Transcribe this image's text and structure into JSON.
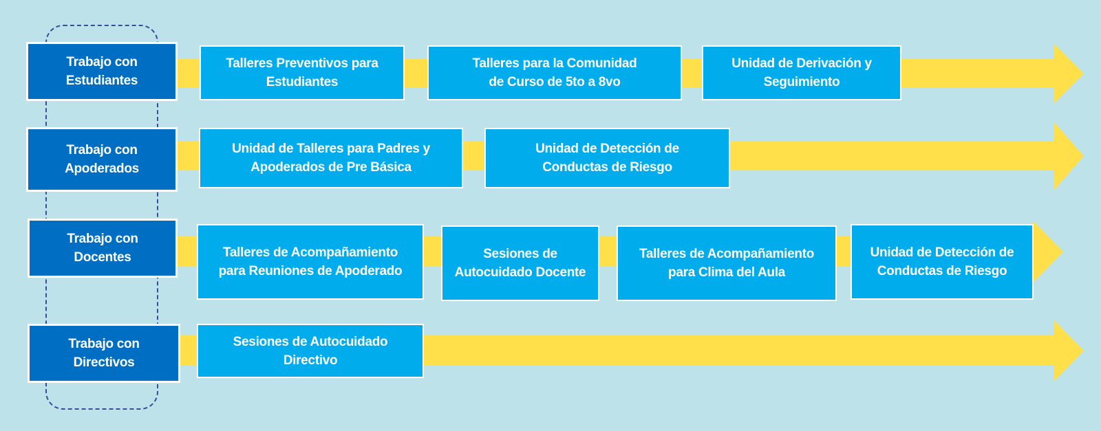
{
  "colors": {
    "background": "#bde2ea",
    "arrow": "#ffe04b",
    "label_box": "#006fc3",
    "step_box": "#00acec",
    "dashed_frame": "#3d4a9a"
  },
  "rows": [
    {
      "label": "Trabajo con\nEstudiantes",
      "steps": [
        "Talleres Preventivos para\nEstudiantes",
        "Talleres para la Comunidad\nde Curso de 5to a 8vo",
        "Unidad de Derivación y\nSeguimiento"
      ]
    },
    {
      "label": "Trabajo con\nApoderados",
      "steps": [
        "Unidad de Talleres para Padres y\nApoderados de Pre Básica",
        "Unidad de Detección de\nConductas de Riesgo"
      ]
    },
    {
      "label": "Trabajo con\nDocentes",
      "steps": [
        "Talleres de Acompañamiento\npara Reuniones de Apoderado",
        "Sesiones de\nAutocuidado Docente",
        "Talleres de Acompañamiento\npara Clima del Aula",
        "Unidad de Detección de\nConductas de Riesgo"
      ]
    },
    {
      "label": "Trabajo con\nDirectivos",
      "steps": [
        "Sesiones de Autocuidado\nDirectivo"
      ]
    }
  ]
}
